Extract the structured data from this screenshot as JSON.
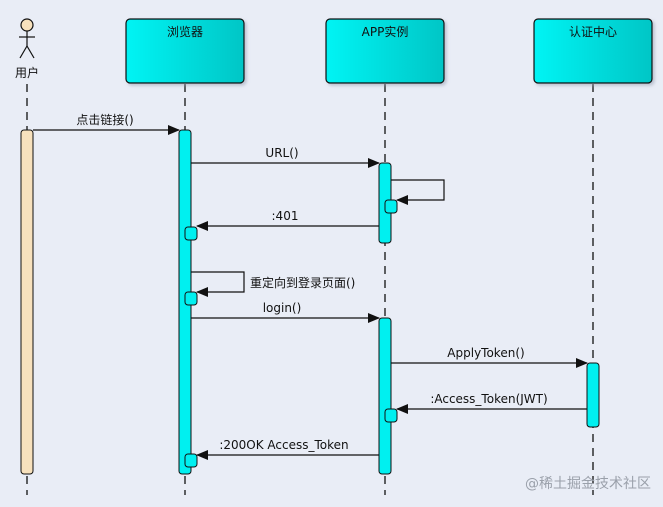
{
  "diagram": {
    "type": "sequence",
    "participants": [
      {
        "id": "user",
        "kind": "actor",
        "label": "用户"
      },
      {
        "id": "browser",
        "kind": "object",
        "label": "浏览器"
      },
      {
        "id": "app",
        "kind": "object",
        "label": "APP实例"
      },
      {
        "id": "auth",
        "kind": "object",
        "label": "认证中心"
      }
    ],
    "messages": [
      {
        "from": "user",
        "to": "browser",
        "label": "点击链接()",
        "kind": "call"
      },
      {
        "from": "browser",
        "to": "app",
        "label": "URL()",
        "kind": "call"
      },
      {
        "from": "app",
        "to": "app",
        "label": "",
        "kind": "self"
      },
      {
        "from": "app",
        "to": "browser",
        "label": ":401",
        "kind": "return"
      },
      {
        "from": "browser",
        "to": "browser",
        "label": "重定向到登录页面()",
        "kind": "self"
      },
      {
        "from": "browser",
        "to": "app",
        "label": "login()",
        "kind": "call"
      },
      {
        "from": "app",
        "to": "auth",
        "label": "ApplyToken()",
        "kind": "call"
      },
      {
        "from": "auth",
        "to": "app",
        "label": ":Access_Token(JWT)",
        "kind": "return"
      },
      {
        "from": "app",
        "to": "browser",
        "label": ":200OK Access_Token",
        "kind": "return"
      }
    ],
    "colors": {
      "background": "#e9edf6",
      "object_fill": "#00f0f0",
      "object_fill_dark": "#00c8c8",
      "actor_fill": "#f7e1bd",
      "stroke": "#111111"
    }
  },
  "watermark": "@稀土掘金技术社区"
}
